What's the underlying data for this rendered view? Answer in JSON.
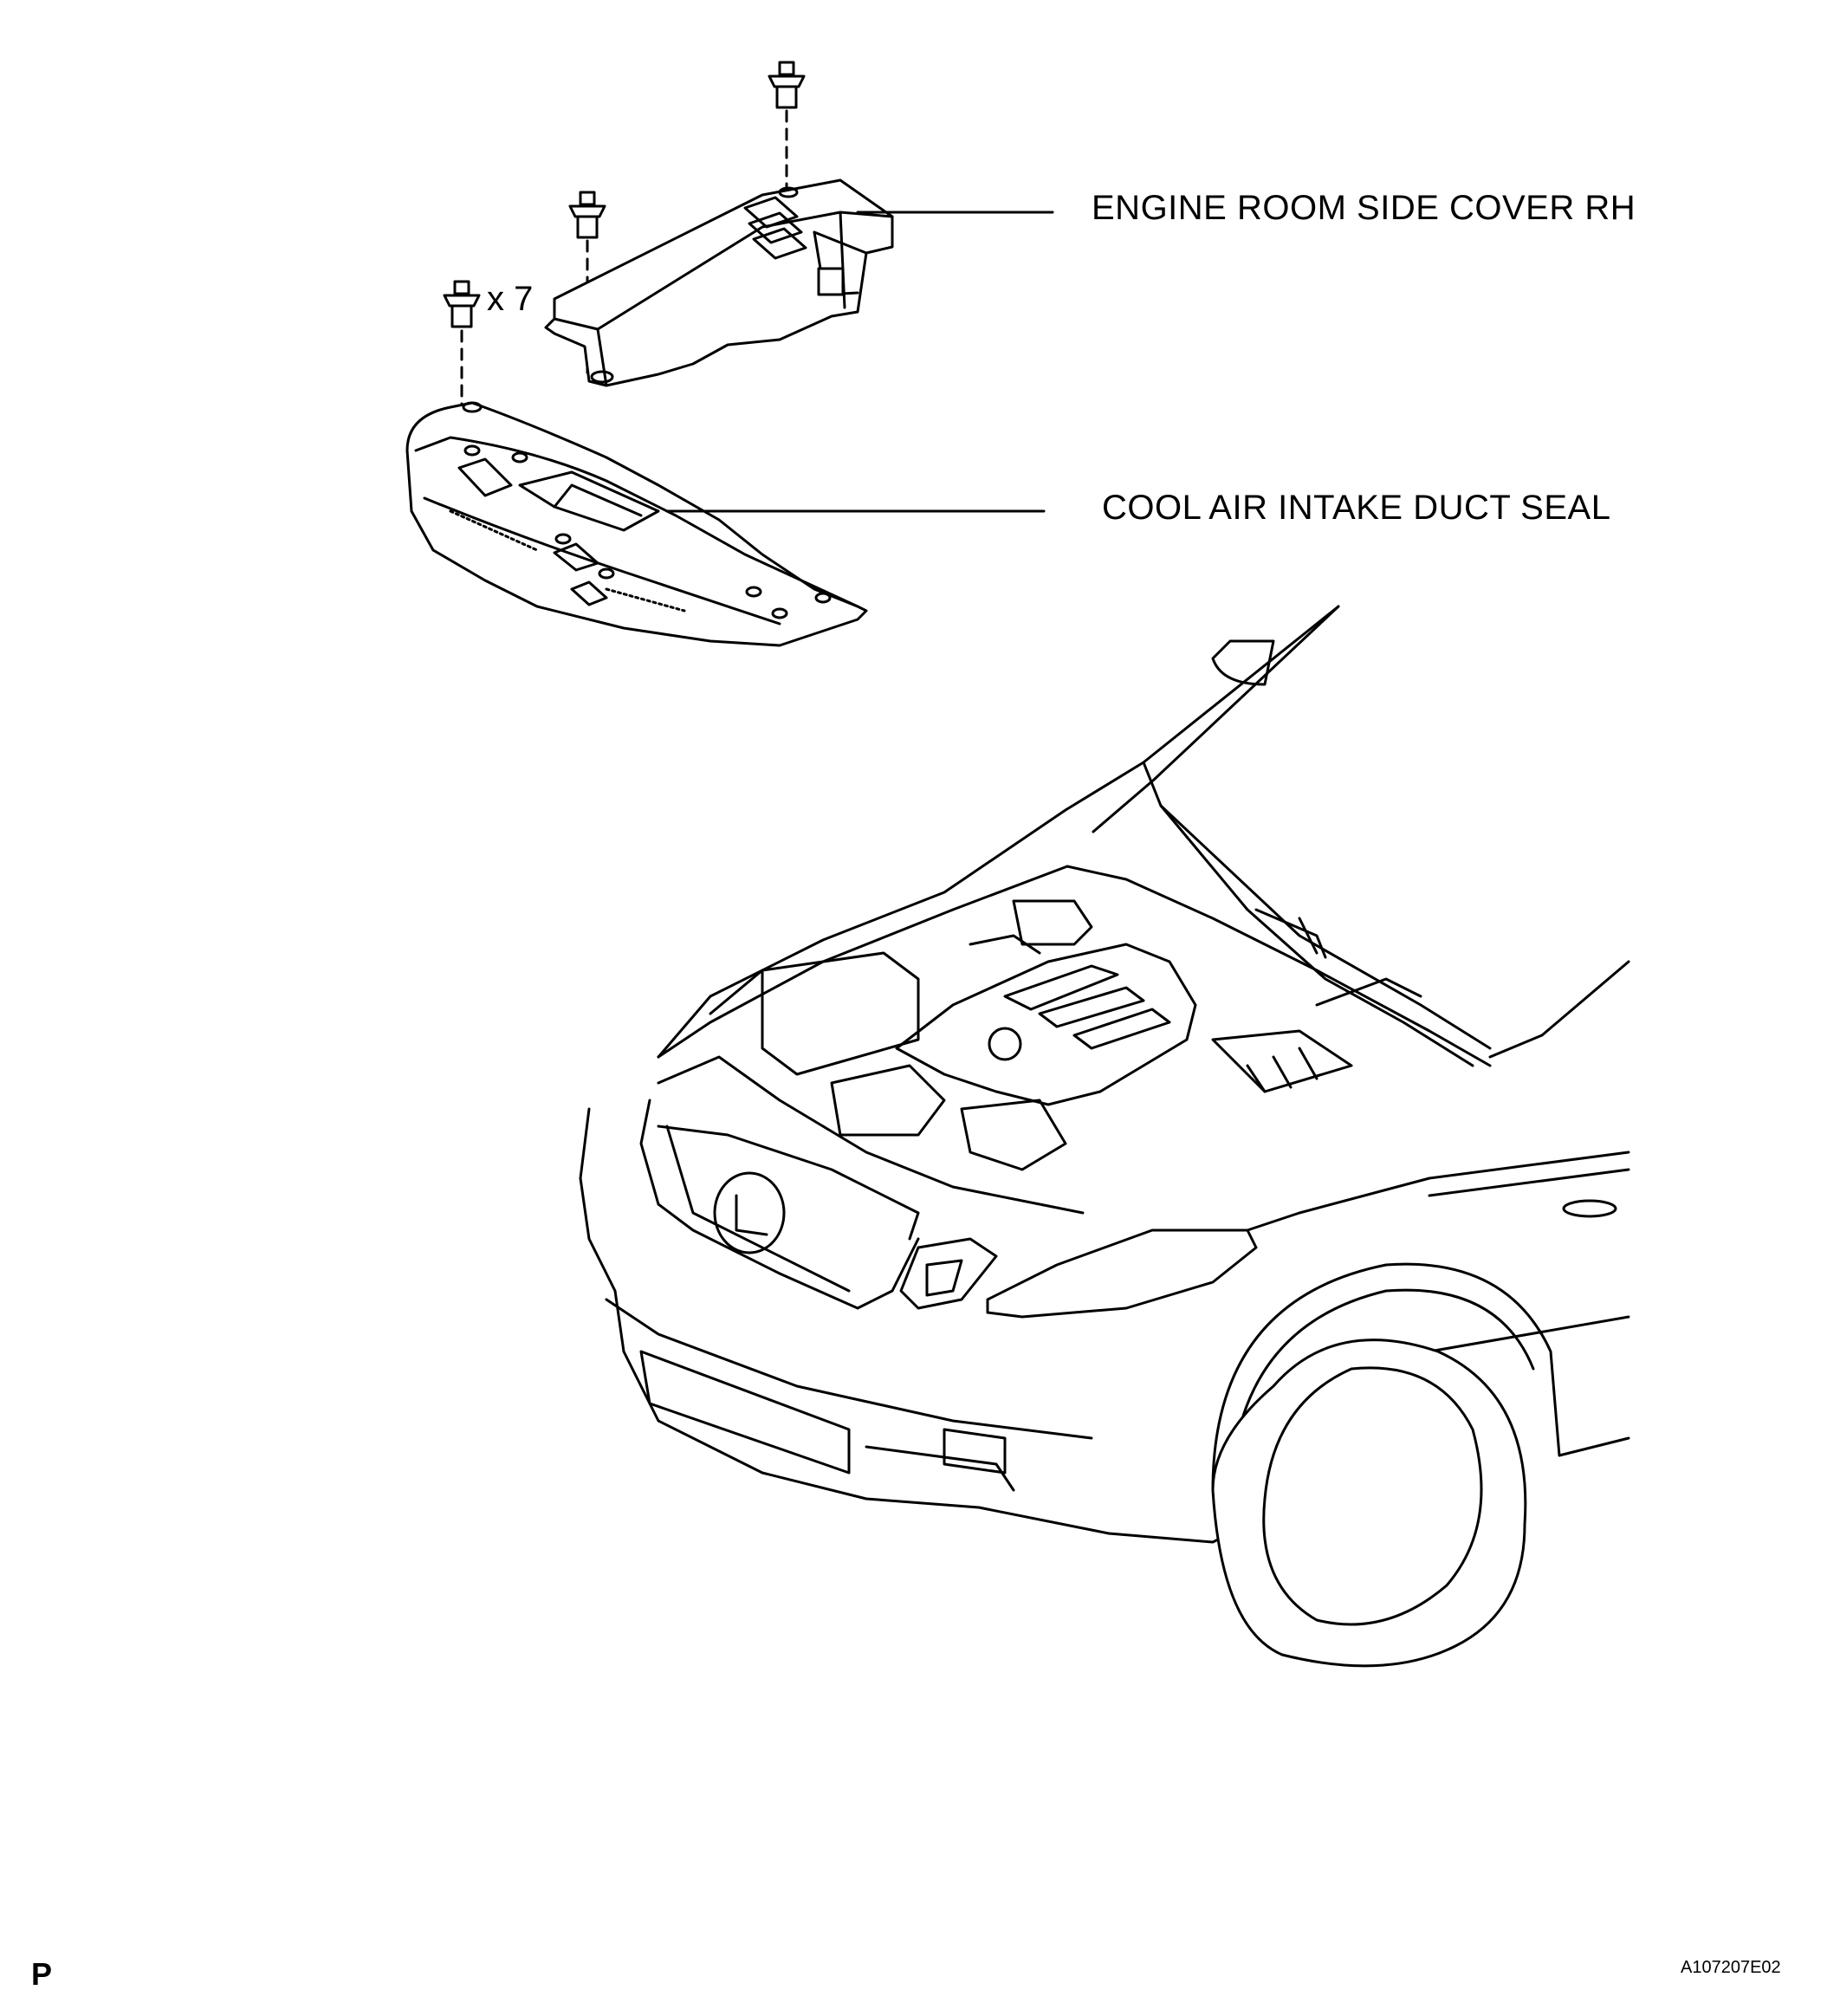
{
  "labels": {
    "engine_room_side_cover": "ENGINE ROOM SIDE COVER RH",
    "cool_air_intake_duct_seal": "COOL AIR INTAKE DUCT SEAL",
    "clip_quantity": "x 7",
    "corner_letter": "P",
    "figure_id": "A107207E02"
  }
}
